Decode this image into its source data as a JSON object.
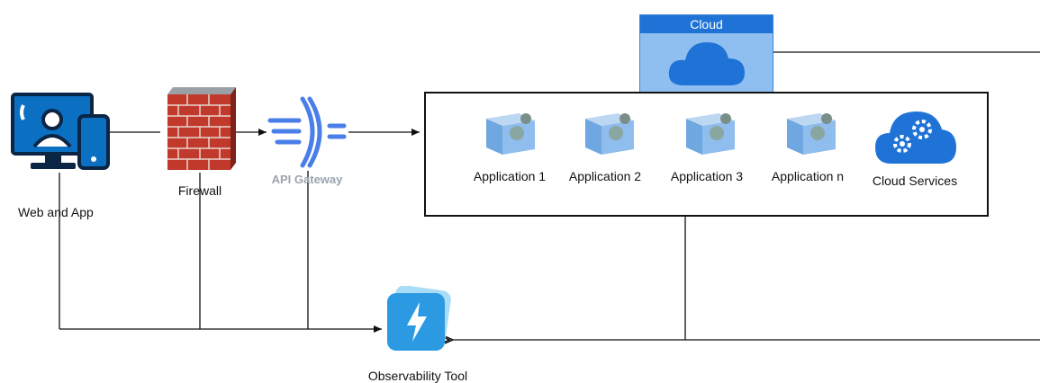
{
  "nodes": {
    "web_app": "Web and App",
    "firewall": "Firewall",
    "api_gateway": "API Gateway",
    "cloud": "Cloud",
    "observability": "Observability Tool"
  },
  "applications": [
    "Application 1",
    "Application 2",
    "Application 3",
    "Application n"
  ],
  "cloud_services": "Cloud Services",
  "icons": {
    "web_app": "monitor-user-phone-icon",
    "firewall": "brick-wall-icon",
    "api_gateway": "api-gateway-icon",
    "cloud": "cloud-icon",
    "application": "app-cube-gears-icon",
    "cloud_services": "cloud-gears-icon",
    "observability": "lightning-bolt-icon"
  },
  "colors": {
    "primary_blue": "#1f73d6",
    "light_blue": "#8fbff0",
    "brick_red": "#c0392b",
    "gateway_blue": "#4a7ee8",
    "line": "#111111"
  }
}
